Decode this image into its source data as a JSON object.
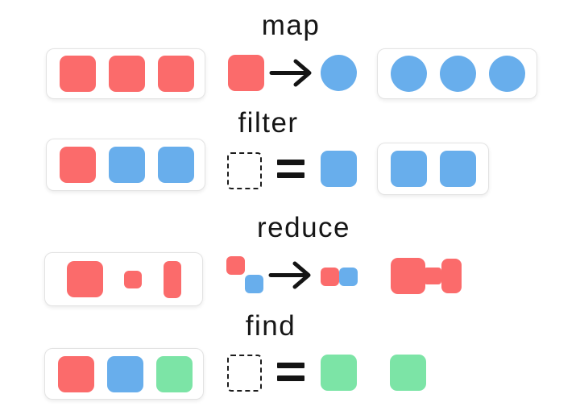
{
  "palette": {
    "red": "#FB6B6B",
    "blue": "#68AEEC",
    "green": "#7CE4A6",
    "ink": "#161616",
    "container_border": "#e3e3e3"
  },
  "rows": [
    {
      "label": "map",
      "input_array": [
        "red-square",
        "red-square",
        "red-square"
      ],
      "callback": {
        "from": "red-square",
        "operator_icon": "arrow-icon",
        "to": "blue-circle"
      },
      "output_array": [
        "blue-circle",
        "blue-circle",
        "blue-circle"
      ]
    },
    {
      "label": "filter",
      "input_array": [
        "red-square",
        "blue-square",
        "blue-square"
      ],
      "callback": {
        "from": "dashed-empty-slot",
        "operator_icon": "equals-icon",
        "to": "blue-square"
      },
      "output_array": [
        "blue-square",
        "blue-square"
      ]
    },
    {
      "label": "reduce",
      "input_array": [
        "red-square-large",
        "red-square-small",
        "red-rect-tall"
      ],
      "callback": {
        "from": "red-mini-and-blue-mini-diagonal",
        "operator_icon": "arrow-icon",
        "to": "red-mini-and-blue-mini-joined"
      },
      "output": "merged-red-shape"
    },
    {
      "label": "find",
      "input_array": [
        "red-square",
        "blue-square",
        "green-square"
      ],
      "callback": {
        "from": "dashed-empty-slot",
        "operator_icon": "equals-icon",
        "to": "green-square"
      },
      "output": "green-square"
    }
  ]
}
